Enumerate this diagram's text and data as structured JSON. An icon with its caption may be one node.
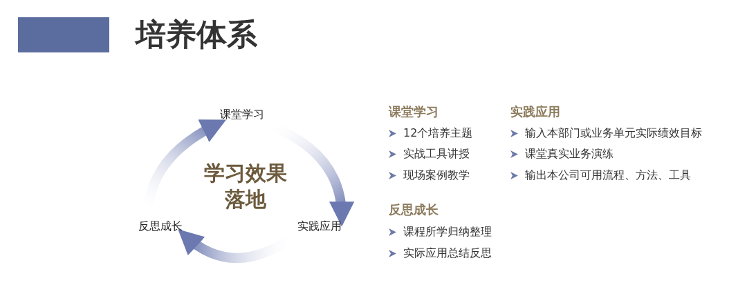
{
  "diagram": {
    "title": "培养体系",
    "nodes": [
      {
        "text": [],
        "shape": "bar"
      },
      {
        "text": [
          "课堂学习"
        ]
      },
      {
        "text": [
          "实践应用"
        ]
      },
      {
        "text": [
          "反思成长"
        ]
      }
    ],
    "edges": [
      {
        "from": 1,
        "to": 2,
        "arrow": "to"
      },
      {
        "from": 2,
        "to": 3,
        "arrow": "to"
      },
      {
        "from": 3,
        "to": 1,
        "arrow": "to"
      }
    ],
    "labels": [
      "学习效果落地",
      "课堂学习",
      "12个培养主题",
      "实战工具讲授",
      "现场案例教学",
      "实践应用",
      "输入本部门或业务单元实际绩效目标",
      "课堂真实业务演练",
      "输出本公司可用流程、方法、工具",
      "反思成长",
      "课程所学归纳整理",
      "实际应用总结反思"
    ]
  }
}
